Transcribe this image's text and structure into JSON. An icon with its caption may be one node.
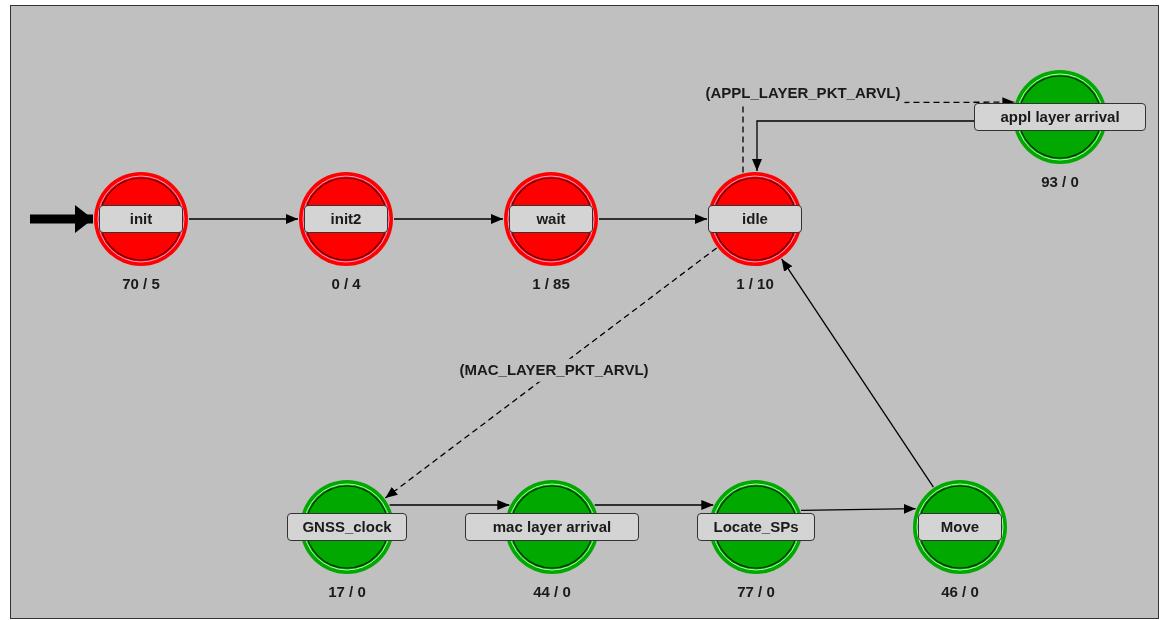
{
  "diagram": {
    "nodes": [
      {
        "text": [
          "init"
        ],
        "beside": [
          "70 / 5"
        ]
      },
      {
        "text": [
          "init2"
        ],
        "beside": [
          "0 / 4"
        ]
      },
      {
        "text": [
          "wait"
        ],
        "beside": [
          "1 / 85"
        ]
      },
      {
        "text": [
          "idle"
        ],
        "beside": [
          "1 / 10"
        ]
      },
      {
        "text": [
          "appl layer arrival"
        ],
        "beside": [
          "93 / 0"
        ]
      },
      {
        "text": [
          "GNSS_clock"
        ],
        "beside": [
          "17 / 0"
        ]
      },
      {
        "text": [
          "mac layer arrival"
        ],
        "beside": [
          "44 / 0"
        ]
      },
      {
        "text": [
          "Locate_SPs"
        ],
        "beside": [
          "77 / 0"
        ]
      },
      {
        "text": [
          "Move"
        ],
        "beside": [
          "46 / 0"
        ]
      }
    ],
    "edges": [
      {
        "from": null,
        "to": 0,
        "arrow": "to",
        "style": "thick"
      },
      {
        "from": 0,
        "to": 1,
        "arrow": "to"
      },
      {
        "from": 1,
        "to": 2,
        "arrow": "to"
      },
      {
        "from": 2,
        "to": 3,
        "arrow": "to"
      },
      {
        "from": 3,
        "to": 4,
        "arrow": "to",
        "style": "dashed",
        "label": "(APPL_LAYER_PKT_ARVL)"
      },
      {
        "from": 4,
        "to": 3,
        "arrow": "to"
      },
      {
        "from": 3,
        "to": 5,
        "arrow": "to",
        "style": "dashed",
        "label": "(MAC_LAYER_PKT_ARVL)"
      },
      {
        "from": 5,
        "to": 6,
        "arrow": "to"
      },
      {
        "from": 6,
        "to": 7,
        "arrow": "to"
      },
      {
        "from": 7,
        "to": 8,
        "arrow": "to"
      },
      {
        "from": 8,
        "to": 3,
        "arrow": "to"
      }
    ]
  }
}
